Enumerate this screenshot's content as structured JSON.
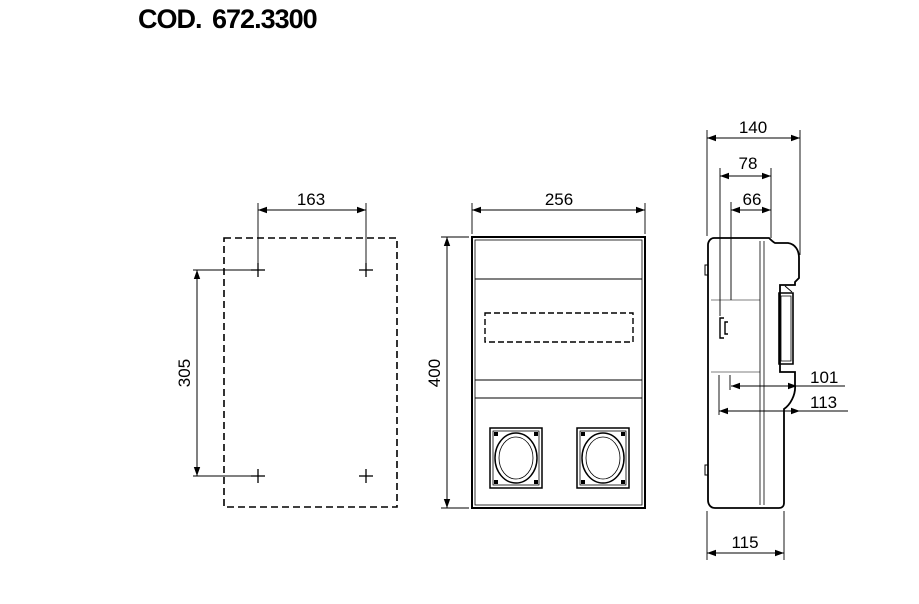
{
  "title": {
    "prefix": "COD.",
    "code": "672.3300"
  },
  "dimensions": {
    "mount_hole_spacing_width": "163",
    "mount_hole_spacing_height": "305",
    "front_width": "256",
    "front_height": "400",
    "side_total_depth": "140",
    "side_depth_78": "78",
    "side_depth_66": "66",
    "side_depth_101": "101",
    "side_depth_113": "113",
    "side_base_depth": "115"
  },
  "colors": {
    "line": "#000000",
    "background": "#ffffff"
  }
}
